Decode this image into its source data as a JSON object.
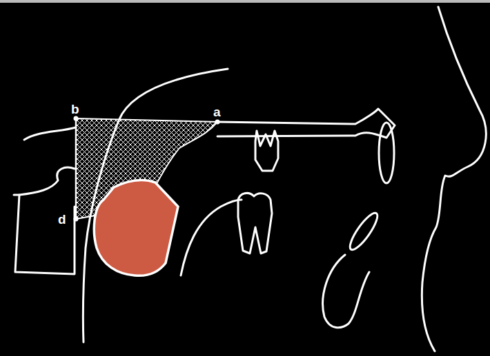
{
  "diagram": {
    "labels": [
      "b",
      "a",
      "d"
    ]
  }
}
